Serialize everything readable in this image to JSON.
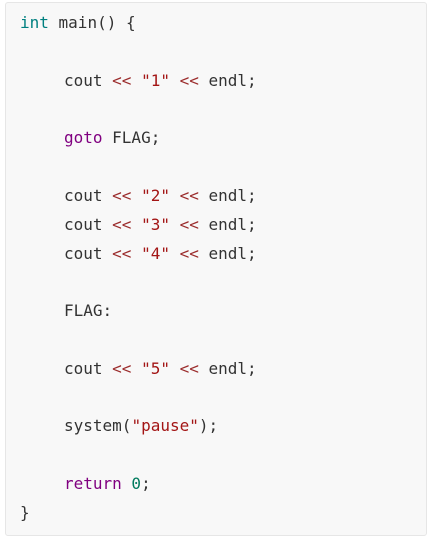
{
  "code": {
    "line1": {
      "type": "int",
      "name": " main() {"
    },
    "line2": {
      "a": "cout ",
      "op1": "<<",
      "str": " \"1\" ",
      "op2": "<<",
      "b": " endl;"
    },
    "line3": {
      "kw": "goto",
      "rest": " FLAG;"
    },
    "line4": {
      "a": "cout ",
      "op1": "<<",
      "str": " \"2\" ",
      "op2": "<<",
      "b": " endl;"
    },
    "line5": {
      "a": "cout ",
      "op1": "<<",
      "str": " \"3\" ",
      "op2": "<<",
      "b": " endl;"
    },
    "line6": {
      "a": "cout ",
      "op1": "<<",
      "str": " \"4\" ",
      "op2": "<<",
      "b": " endl;"
    },
    "line7": {
      "label": "FLAG:"
    },
    "line8": {
      "a": "cout ",
      "op1": "<<",
      "str": " \"5\" ",
      "op2": "<<",
      "b": " endl;"
    },
    "line9": {
      "fn": "system(",
      "str": "\"pause\"",
      "end": ");"
    },
    "line10": {
      "kw": "return",
      "num": " 0",
      "end": ";"
    },
    "line11": {
      "brace": "}"
    }
  },
  "colors": {
    "background": "#f8f8f8",
    "type": "#008080",
    "keyword": "#800080",
    "string": "#a31515",
    "operator": "#9b2c2c",
    "number": "#007b5e",
    "text": "#333333"
  }
}
